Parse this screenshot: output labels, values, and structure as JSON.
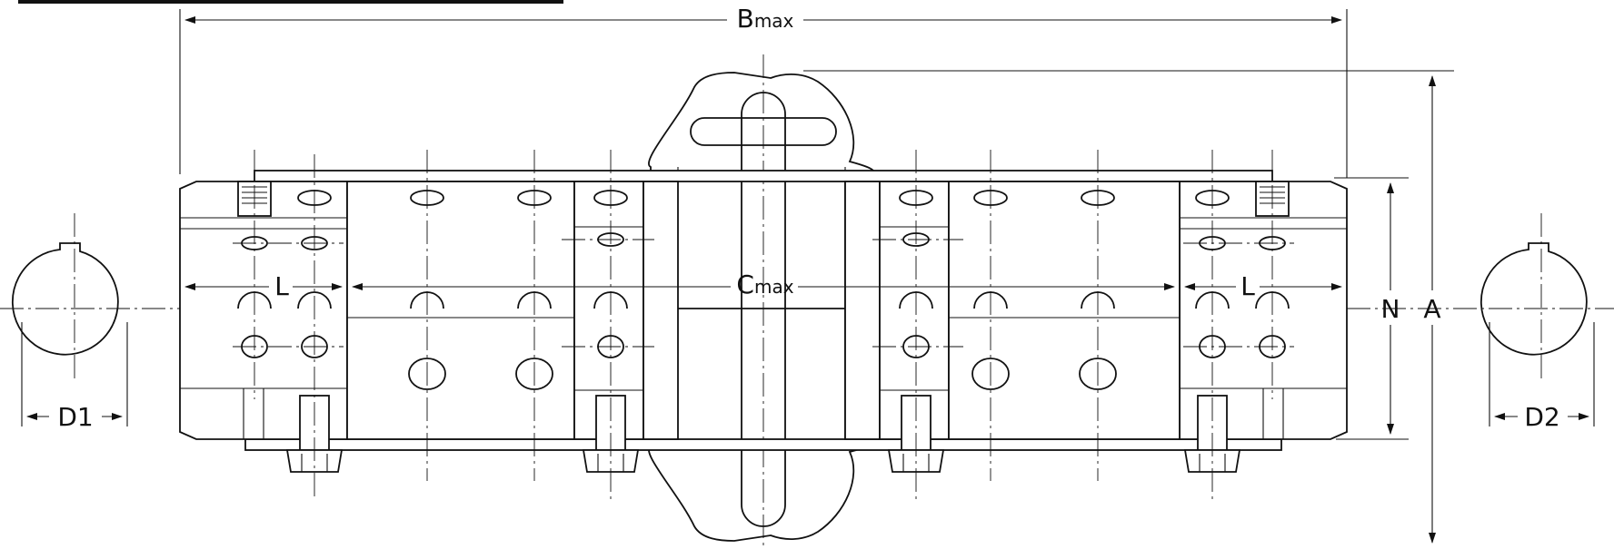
{
  "dimensions": {
    "b_max": {
      "main": "B",
      "sub": "max"
    },
    "c_max": {
      "main": "C",
      "sub": "max"
    },
    "l_left": "L",
    "l_right": "L",
    "n": "N",
    "a": "A",
    "d1": "D1",
    "d2": "D2"
  }
}
